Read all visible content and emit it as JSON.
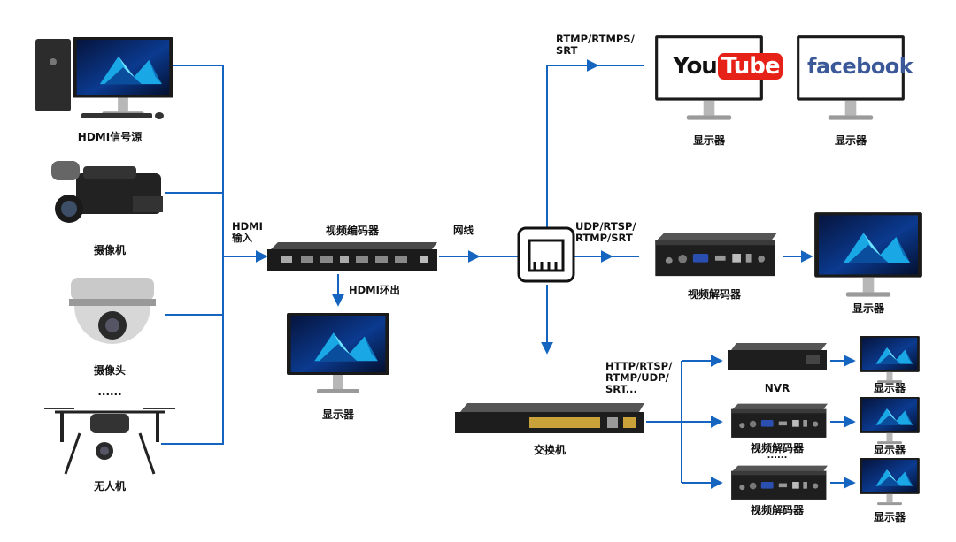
{
  "sources": {
    "pc": "HDMI信号源",
    "camcorder": "摄像机",
    "dome_camera": "摄像头",
    "ellipsis": "......",
    "drone": "无人机"
  },
  "input_label": "HDMI\n输入",
  "encoder": {
    "label": "视频编码器"
  },
  "loopout": {
    "label": "HDMI环出",
    "monitor": "显示器"
  },
  "network": {
    "cable_label": "网线"
  },
  "streaming": {
    "protocols": "RTMP/RTMPS/\nSRT",
    "platforms": [
      "YouTube",
      "facebook"
    ],
    "brand_text": {
      "youtube_you": "You",
      "youtube_tube": "Tube",
      "facebook": "facebook"
    },
    "monitor_label": "显示器"
  },
  "decode_path": {
    "protocols": "UDP/RTSP/\nRTMP/SRT",
    "decoder": "视频解码器",
    "monitor": "显示器"
  },
  "switch_path": {
    "switch_label": "交换机",
    "protocols": "HTTP/RTSP/\nRTMP/UDP/\nSRT...",
    "nvr": "NVR",
    "decoder1": "视频解码器",
    "ellipsis": "......",
    "decoder2": "视频解码器",
    "monitor": "显示器"
  },
  "colors": {
    "line": "#1565c0",
    "device": "#2a2a2a",
    "screen_bg": "#0b2a6b",
    "screen_accent": "#1ec8ff"
  }
}
